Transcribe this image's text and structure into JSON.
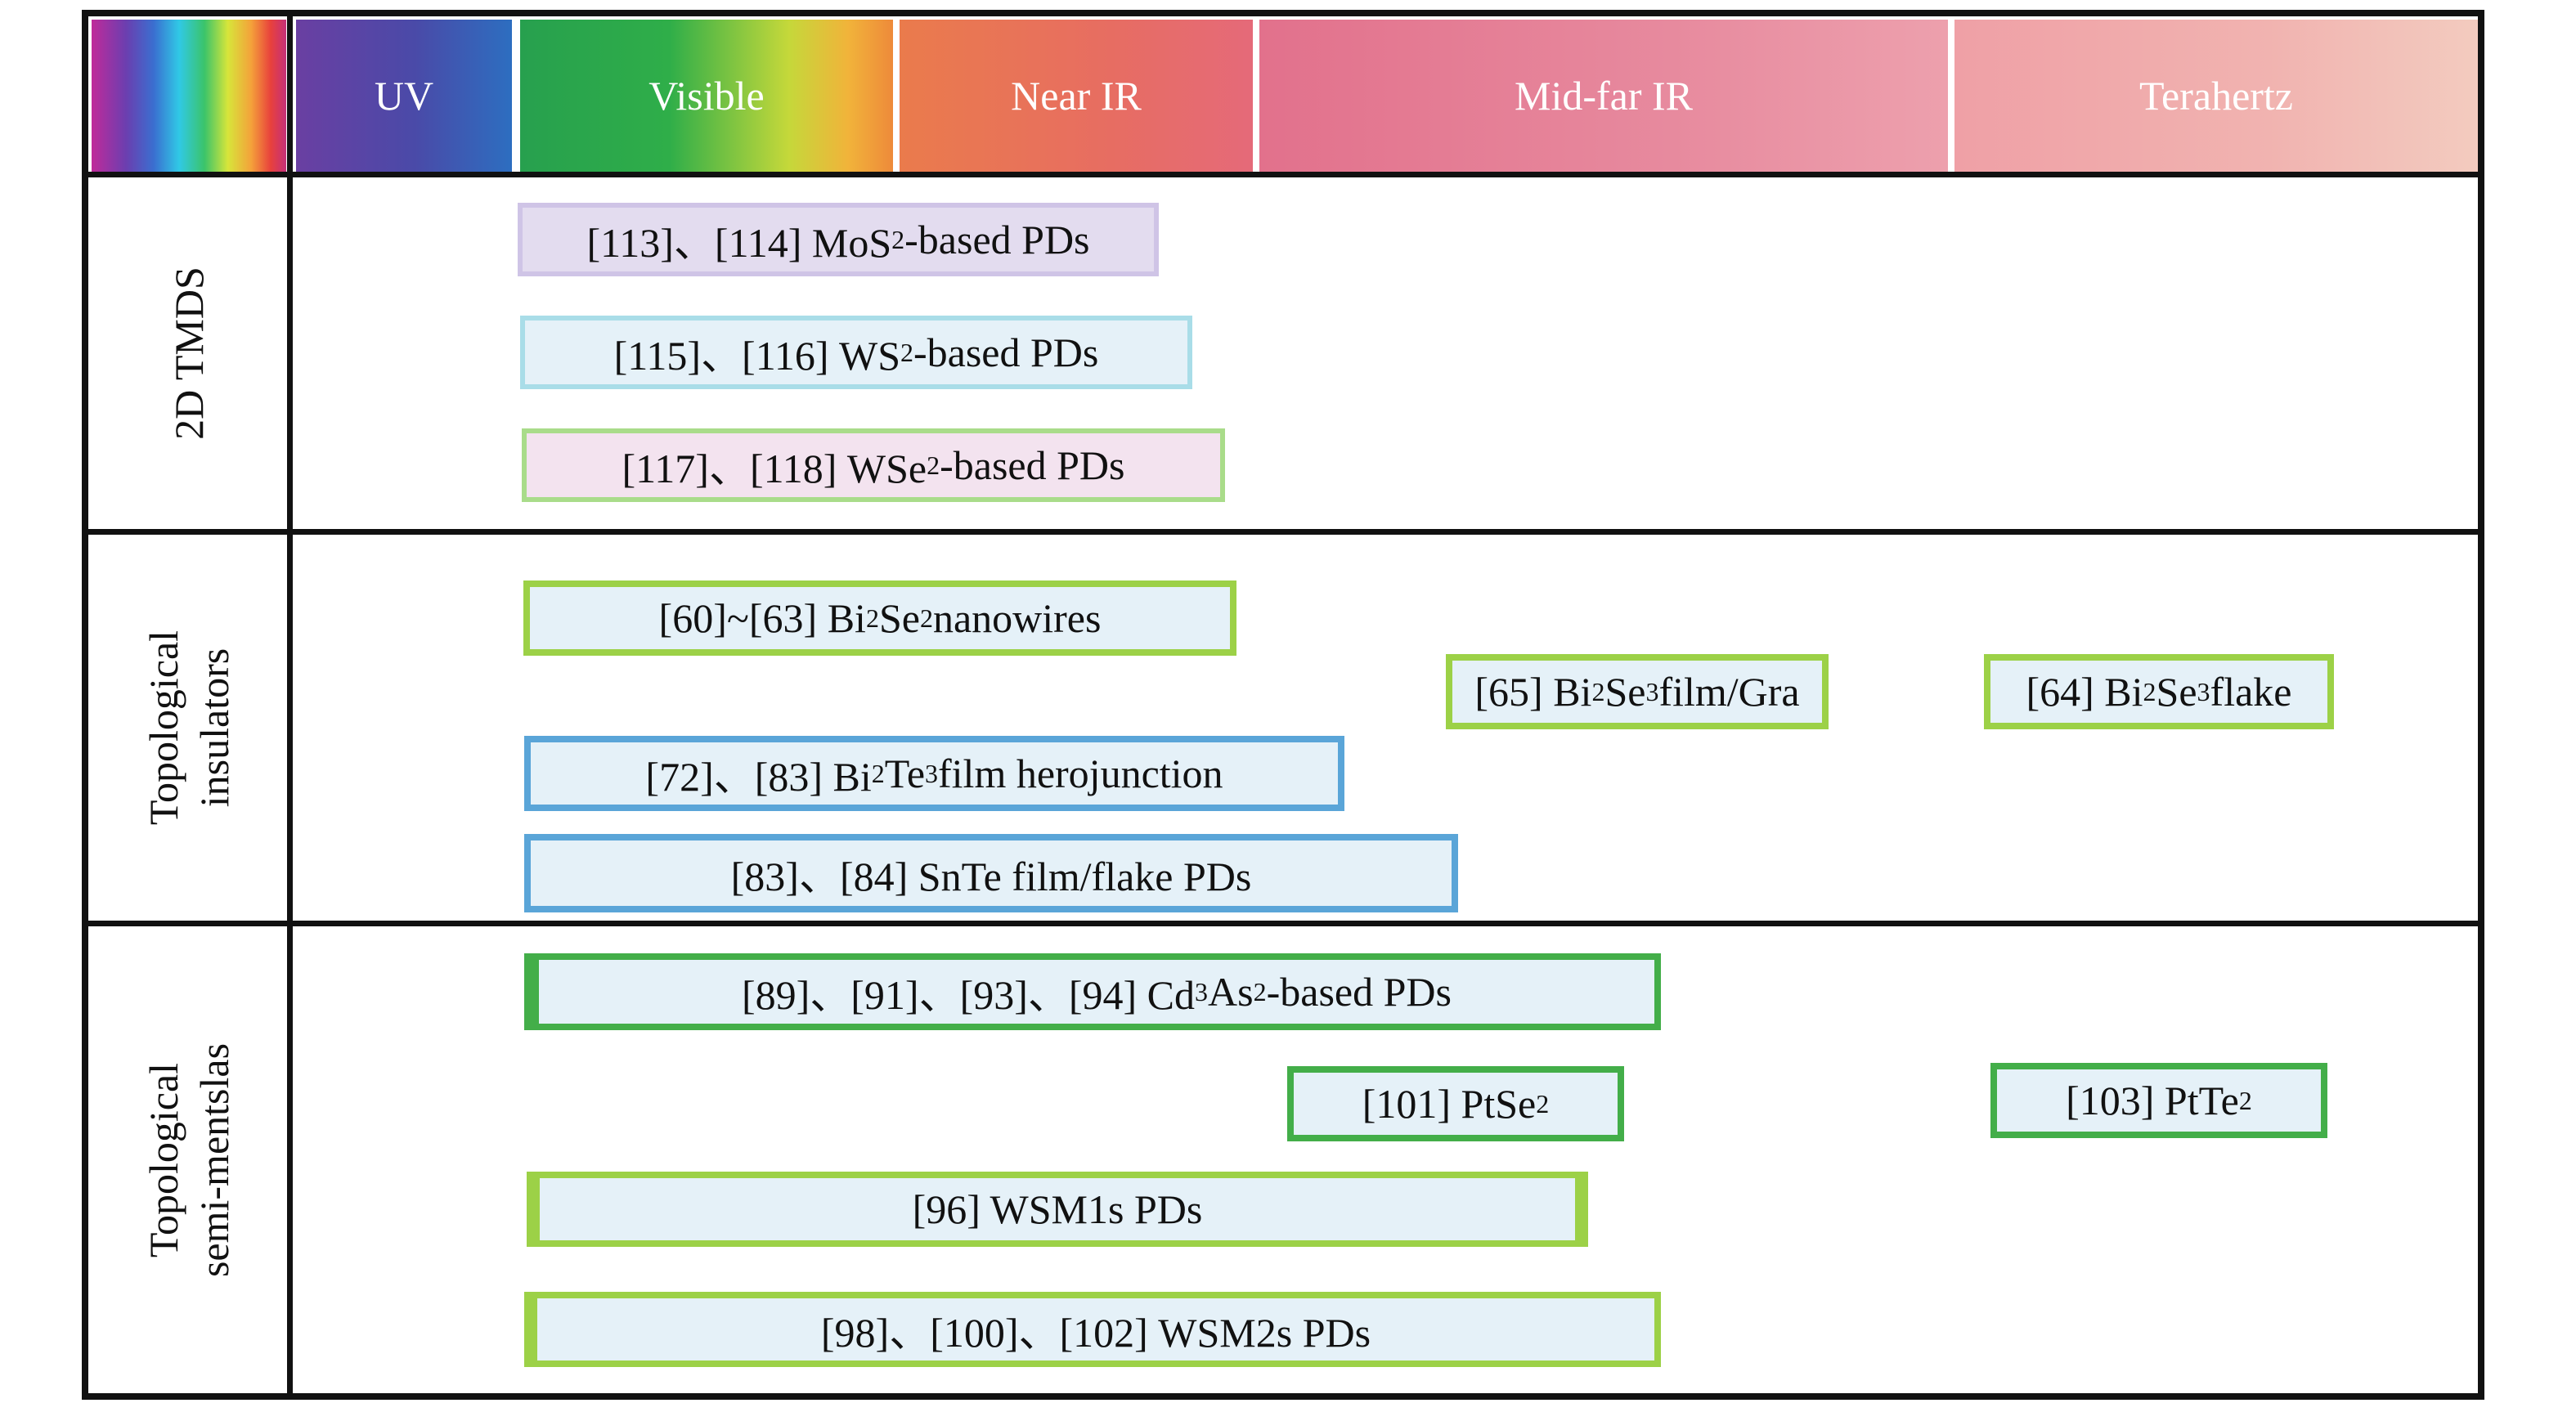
{
  "header": {
    "bands": [
      "UV",
      "Visible",
      "Near IR",
      "Mid-far IR",
      "Terahertz"
    ]
  },
  "rows": {
    "tmds": "2D TMDS",
    "ti_line1": "Topological",
    "ti_line2": "insulators",
    "ts_line1": "Topological",
    "ts_line2": "semi-mentslas"
  },
  "boxes": {
    "mos2": {
      "pre": "[113]、[114] MoS",
      "sub": "2",
      "post": "-based PDs"
    },
    "ws2": {
      "pre": "[115]、[116] WS",
      "sub": "2",
      "post": "-based PDs"
    },
    "wse2": {
      "pre": "[117]、[118] WSe",
      "sub": "2",
      "post": "-based PDs"
    },
    "bi2se2_nanowires": {
      "pre": "[60]~[63] Bi",
      "sub1": "2",
      "mid": "Se",
      "sub2": "2",
      "post": " nanowires"
    },
    "bi2se3_film_gra": {
      "pre": "[65] Bi",
      "sub1": "2",
      "mid": "Se",
      "sub2": "3",
      "post": " film/Gra"
    },
    "bi2se3_flake": {
      "pre": "[64] Bi",
      "sub1": "2",
      "mid": "Se",
      "sub2": "3",
      "post": " flake"
    },
    "bi2te3": {
      "pre": "[72]、[83] Bi",
      "sub1": "2",
      "mid": "Te",
      "sub2": "3",
      "post": " film herojunction"
    },
    "snte": {
      "text": "[83]、[84] SnTe film/flake PDs"
    },
    "cd3as2": {
      "pre": "[89]、[91]、[93]、[94] Cd",
      "sub1": "3",
      "mid": "As",
      "sub2": "2",
      "post": "-based PDs"
    },
    "ptse2": {
      "pre": "[101] PtSe",
      "sub": "2"
    },
    "ptte2": {
      "pre": "[103] PtTe",
      "sub": "2"
    },
    "wsm1": {
      "text": "[96] WSM1s PDs"
    },
    "wsm2": {
      "text": "[98]、[100]、[102] WSM2s PDs"
    }
  },
  "colors": {
    "frame": "#111111",
    "lavender_box": "#e3dcef",
    "light_blue_box": "#e5f1f8",
    "pink_box": "#f3e3ef",
    "light_green_border": "#9cd147",
    "blue_border": "#5aa5d8",
    "dark_green_border": "#43ae49"
  }
}
